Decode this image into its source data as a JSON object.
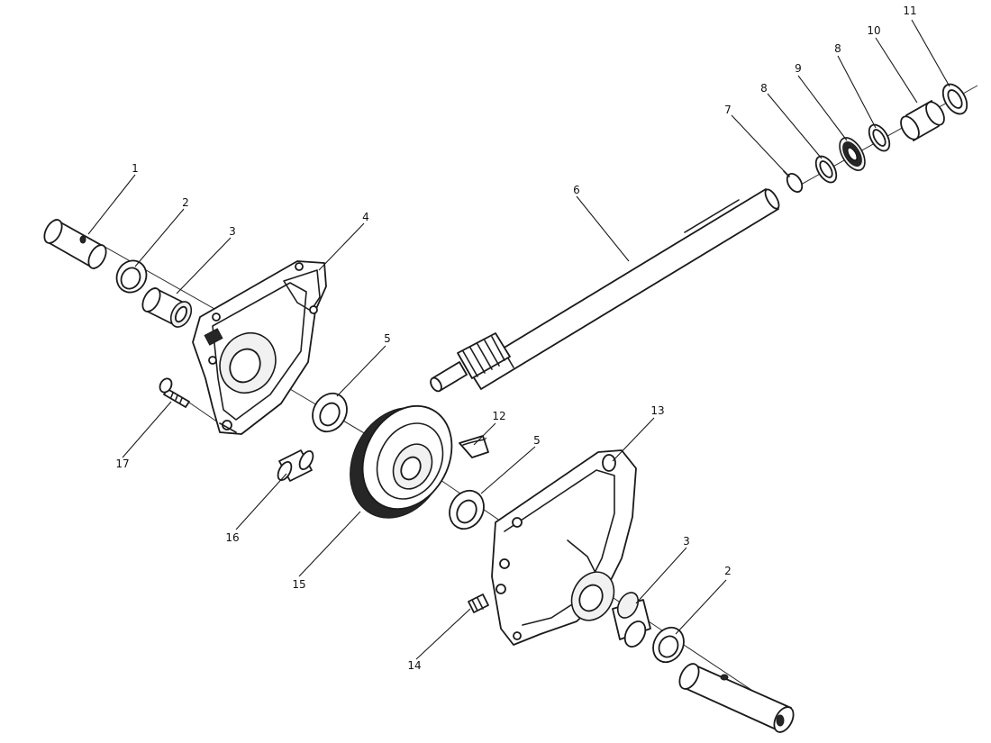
{
  "labels": {
    "1": "1",
    "2a": "2",
    "2b": "2",
    "3a": "3",
    "3b": "3",
    "4": "4",
    "5a": "5",
    "5b": "5",
    "6": "6",
    "7": "7",
    "8a": "8",
    "8b": "8",
    "9": "9",
    "10": "10",
    "11": "11",
    "12": "12",
    "13": "13",
    "14": "14",
    "15": "15",
    "16": "16",
    "17": "17"
  }
}
